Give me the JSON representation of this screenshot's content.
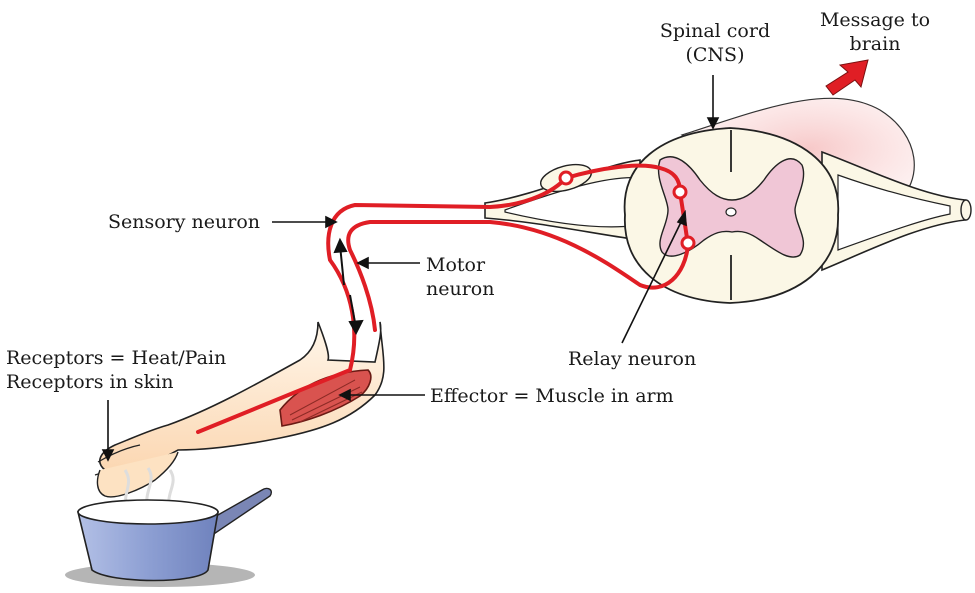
{
  "labels": {
    "spinal_cord_line1": "Spinal cord",
    "spinal_cord_line2": "(CNS)",
    "message_line1": "Message to",
    "message_line2": "brain",
    "sensory_neuron": "Sensory neuron",
    "motor_line1": "Motor",
    "motor_line2": "neuron",
    "receptors_line1": "Receptors = Heat/Pain",
    "receptors_line2": "Receptors in skin",
    "relay_neuron": "Relay neuron",
    "effector": "Effector = Muscle in arm"
  },
  "colors": {
    "nerve": "#e01e25",
    "cord": "#fbf7e6",
    "grey_matter": "#f0c6d6",
    "skin": "#fde2c2",
    "pan": "#8a9bcf",
    "arrow": "#e01e25"
  }
}
